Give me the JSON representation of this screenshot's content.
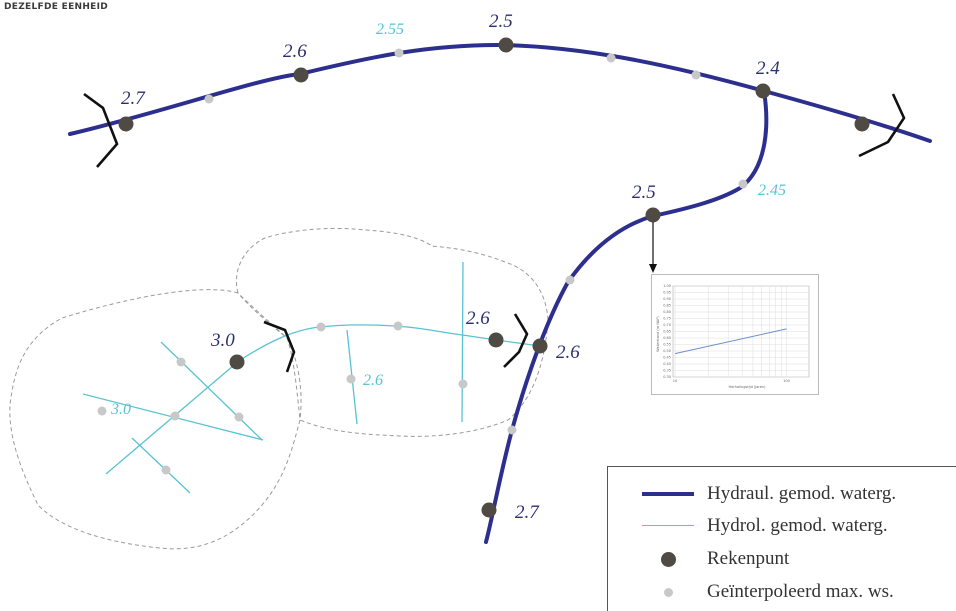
{
  "page": {
    "title": "DEZELFDE EENHEID"
  },
  "labels": {
    "hydraul": [
      "2.7",
      "2.6",
      "2.5",
      "2.4",
      "2.5",
      "2.6",
      "2.7"
    ],
    "hydraul_interp": [
      "2.55",
      "2.45"
    ],
    "hydrol": [
      "3.0",
      "2.6"
    ],
    "hydrol_interp": [
      "3.0",
      "2.6"
    ]
  },
  "legend": {
    "items": [
      {
        "symbol": "thick-line",
        "label": "Hydraul. gemod. waterg."
      },
      {
        "symbol": "thin-line",
        "label": "Hydrol. gemod. waterg."
      },
      {
        "symbol": "big-dot",
        "label": "Rekenpunt"
      },
      {
        "symbol": "small-dot",
        "label": "Geïnterpoleerd max. ws."
      }
    ]
  },
  "colors": {
    "hydraul_line": "#2d2f8e",
    "hydrol_line": "#58c3d3",
    "rekenpunt": "#4f4a44",
    "interpolated": "#c8c8c8",
    "catchment_border": "#9a9a9a",
    "label_dark": "#2a2f6e",
    "label_light": "#58c3d3"
  },
  "mini_chart": {
    "y_ticks": [
      "1.00",
      "0.95",
      "0.90",
      "0.85",
      "0.80",
      "0.75",
      "0.70",
      "0.65",
      "0.60",
      "0.55",
      "0.50",
      "0.45",
      "0.40",
      "0.35",
      "0.30"
    ],
    "x_ticks": [
      "10",
      "100"
    ],
    "ylabel": "Waterstand (m NAP)",
    "xlabel": "Herhalingstijd (jaren)",
    "chart_data": {
      "type": "line",
      "x": [
        10,
        100
      ],
      "series": [
        {
          "values": [
            0.48,
            0.67
          ]
        }
      ],
      "ylim": [
        0.3,
        1.0
      ],
      "xlabel": "Herhalingstijd (jaren)",
      "ylabel": "Waterstand (m NAP)"
    }
  }
}
